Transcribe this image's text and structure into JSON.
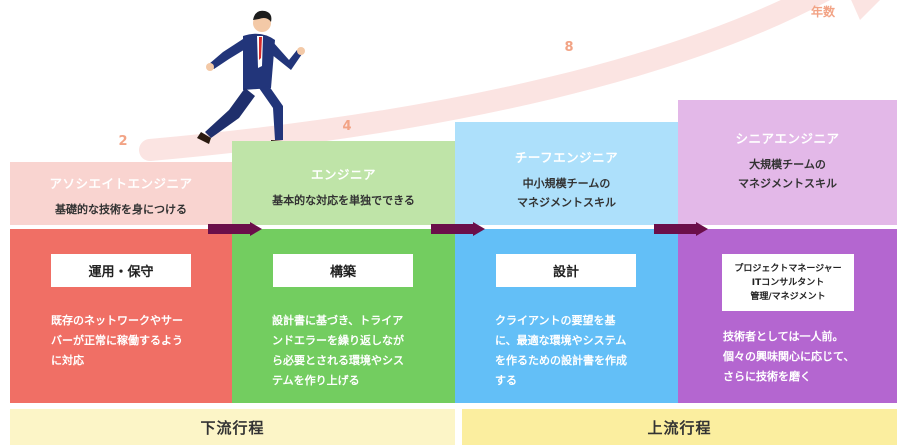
{
  "years_label": "年数",
  "year_marks": [
    "2",
    "4",
    "8"
  ],
  "stages": [
    {
      "role": "アソシエイトエンジニア",
      "desc": [
        "基礎的な技術を身につける"
      ],
      "task": [
        "運用・保守"
      ],
      "body": [
        "既存のネットワークやサー",
        "バーが正常に稼働するよう",
        "に対応"
      ]
    },
    {
      "role": "エンジニア",
      "desc": [
        "基本的な対応を単独でできる"
      ],
      "task": [
        "構築"
      ],
      "body": [
        "設計書に基づき、トライア",
        "ンドエラーを繰り返しなが",
        "ら必要とされる環境やシス",
        "テムを作り上げる"
      ]
    },
    {
      "role": "チーフエンジニア",
      "desc": [
        "中小規模チームの",
        "マネジメントスキル"
      ],
      "task": [
        "設計"
      ],
      "body": [
        "クライアントの要望を基",
        "に、最適な環境やシステム",
        "を作るための設計書を作成",
        "する"
      ]
    },
    {
      "role": "シニアエンジニア",
      "desc": [
        "大規模チームの",
        "マネジメントスキル"
      ],
      "task": [
        "プロジェクトマネージャー",
        "ITコンサルタント",
        "管理/マネジメント"
      ],
      "body": [
        "技術者としては一人前。",
        "個々の興味関心に応じて、",
        "さらに技術を磨く"
      ]
    }
  ],
  "phases": {
    "downstream": "下流行程",
    "upstream": "上流行程"
  },
  "colors": {
    "stage1": "#f06f65",
    "stage2": "#73cd60",
    "stage3": "#63bff7",
    "stage4": "#b466d0",
    "arrow": "#6b0f4a",
    "year_accent": "#f2a385"
  }
}
